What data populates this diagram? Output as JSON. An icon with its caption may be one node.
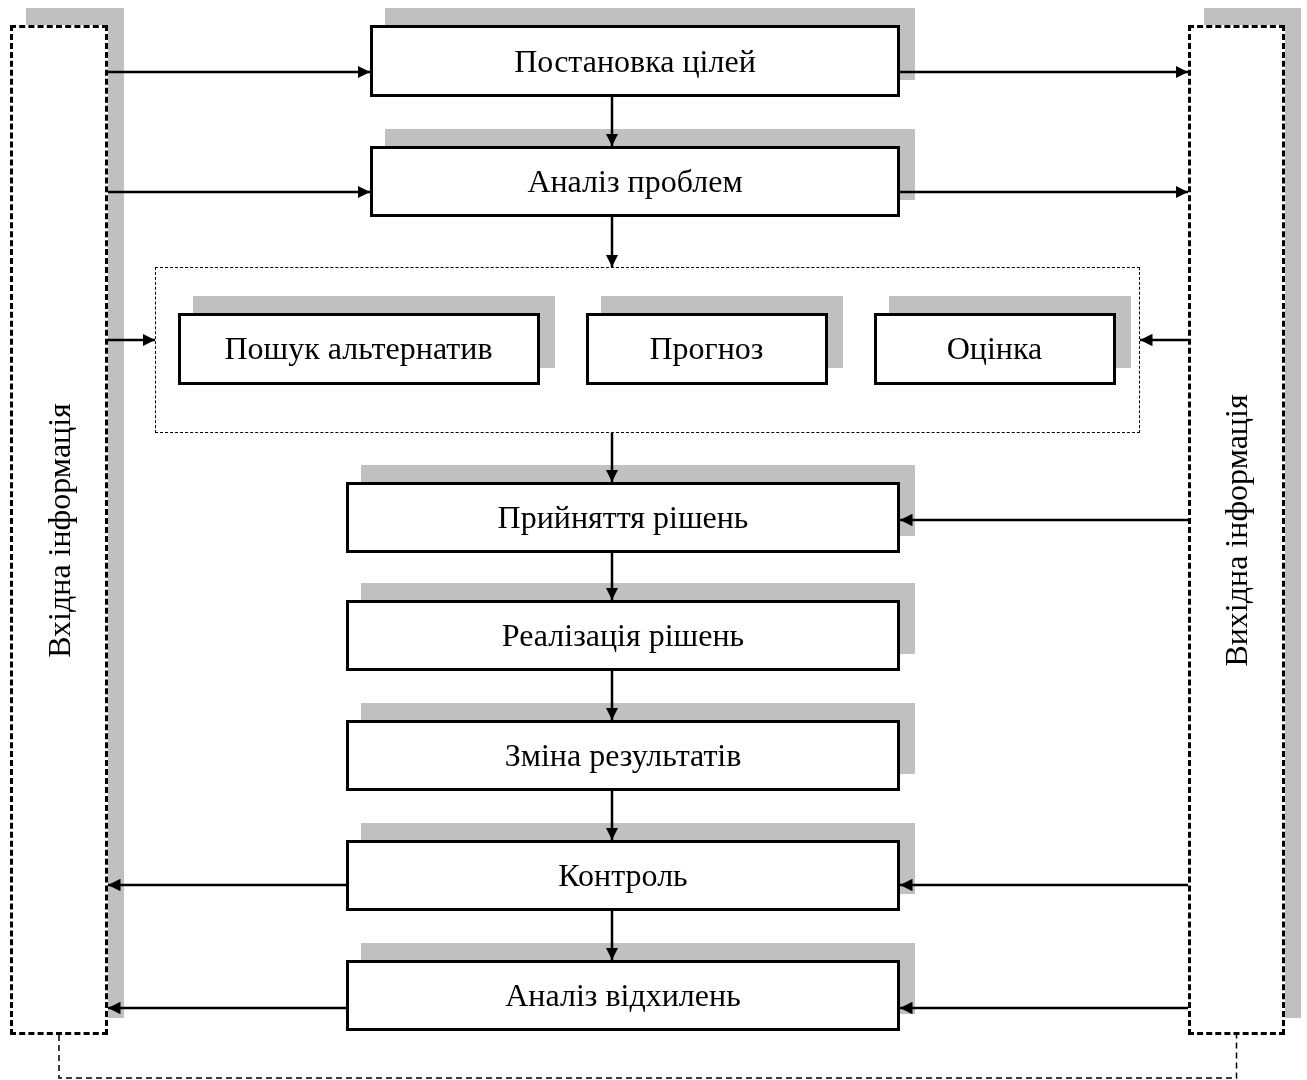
{
  "diagram": {
    "nodes": [
      {
        "text": [
          "Вхідна інформація"
        ]
      },
      {
        "text": [
          "Вихідна інформація"
        ]
      },
      {
        "text": [
          "Постановка цілей"
        ]
      },
      {
        "text": [
          "Аналіз проблем"
        ]
      },
      {
        "text": [],
        "shape": "box"
      },
      {
        "text": [
          "Пошук альтернатив"
        ],
        "in": 4
      },
      {
        "text": [
          "Прогноз"
        ],
        "in": 4
      },
      {
        "text": [
          "Оцінка"
        ],
        "in": 4
      },
      {
        "text": [
          "Прийняття рішень"
        ]
      },
      {
        "text": [
          "Реалізація рішень"
        ]
      },
      {
        "text": [
          "Зміна результатів"
        ]
      },
      {
        "text": [
          "Контроль"
        ]
      },
      {
        "text": [
          "Аналіз відхилень"
        ]
      }
    ],
    "edges": [
      {
        "from": 0,
        "to": 2,
        "arrow": "to"
      },
      {
        "from": 2,
        "to": 1,
        "arrow": "to"
      },
      {
        "from": 2,
        "to": 3,
        "arrow": "to"
      },
      {
        "from": 0,
        "to": 3,
        "arrow": "to"
      },
      {
        "from": 3,
        "to": 1,
        "arrow": "to"
      },
      {
        "from": 3,
        "to": 4,
        "arrow": "to"
      },
      {
        "from": 0,
        "to": 4,
        "arrow": "to"
      },
      {
        "from": 1,
        "to": 4,
        "arrow": "to"
      },
      {
        "from": 4,
        "to": 8,
        "arrow": "to"
      },
      {
        "from": 1,
        "to": 8,
        "arrow": "to"
      },
      {
        "from": 8,
        "to": 9,
        "arrow": "to"
      },
      {
        "from": 9,
        "to": 10,
        "arrow": "to"
      },
      {
        "from": 10,
        "to": 11,
        "arrow": "to"
      },
      {
        "from": 11,
        "to": 12,
        "arrow": "to"
      },
      {
        "from": 11,
        "to": 0,
        "arrow": "to"
      },
      {
        "from": 1,
        "to": 11,
        "arrow": "to"
      },
      {
        "from": 12,
        "to": 0,
        "arrow": "to"
      },
      {
        "from": 1,
        "to": 12,
        "arrow": "to"
      },
      {
        "from": 0,
        "to": 1,
        "arrow": "none",
        "style": "dashed"
      }
    ]
  }
}
